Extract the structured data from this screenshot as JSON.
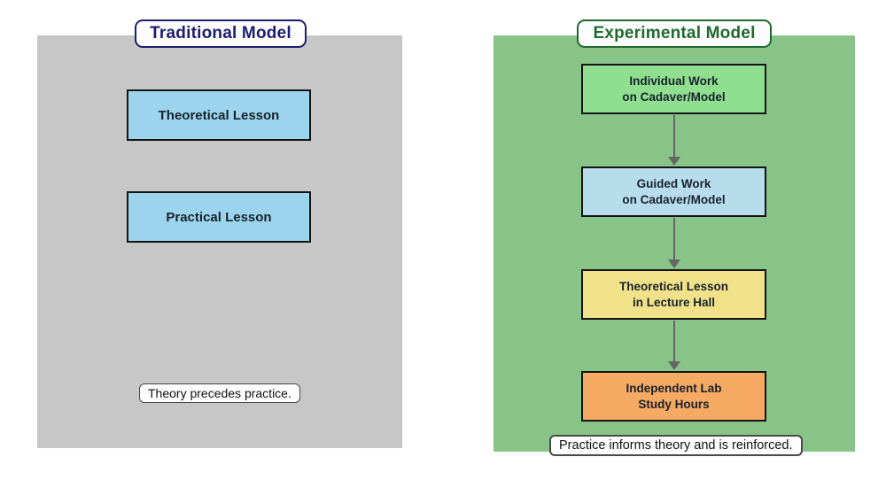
{
  "page": {
    "background_color": "#ffffff"
  },
  "traditional": {
    "title": "Traditional Model",
    "title_color": "#1c1c70",
    "panel_color": "#c7c7c7",
    "boxes": [
      {
        "label": "Theoretical Lesson",
        "color": "#9bd4ec"
      },
      {
        "label": "Practical Lesson",
        "color": "#9bd4ec"
      }
    ],
    "caption": "Theory precedes practice."
  },
  "experimental": {
    "title": "Experimental Model",
    "title_color": "#1e6b2d",
    "panel_color": "#88c488",
    "boxes": [
      {
        "label": "Individual Work\non Cadaver/Model",
        "color": "#90df90"
      },
      {
        "label": "Guided Work\non Cadaver/Model",
        "color": "#b7dcec"
      },
      {
        "label": "Theoretical Lesson\nin Lecture Hall",
        "color": "#f1e189"
      },
      {
        "label": "Independent Lab\nStudy Hours",
        "color": "#f6a963"
      }
    ],
    "caption": "Practice informs theory and is reinforced.",
    "arrow_color": "#666666"
  }
}
